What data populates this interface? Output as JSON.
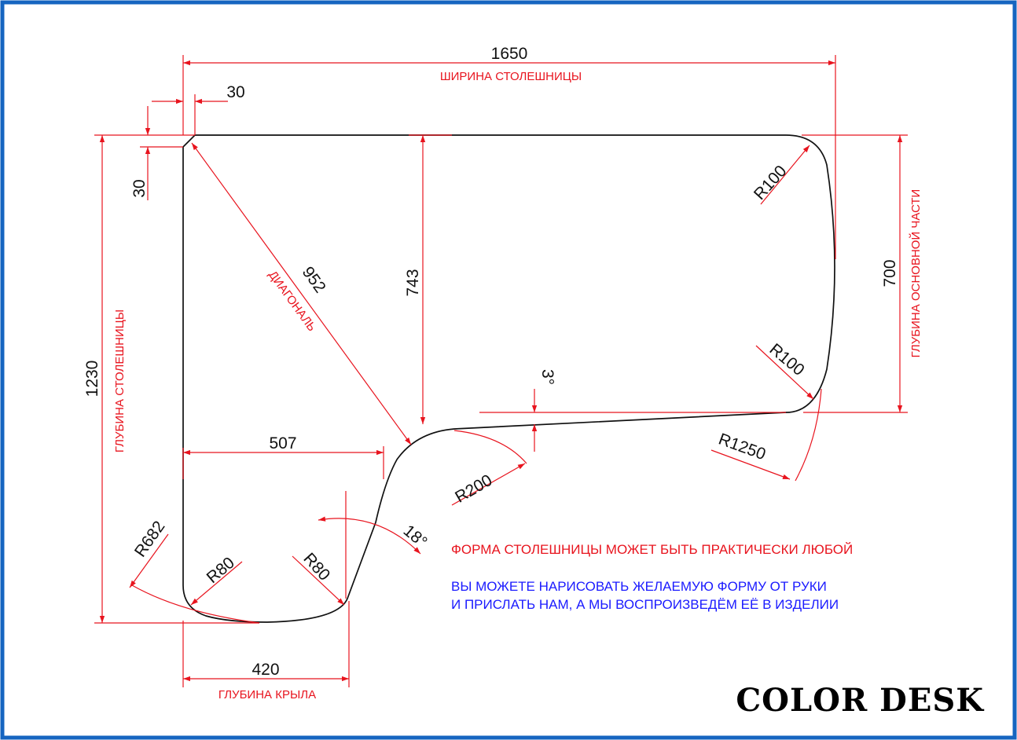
{
  "colors": {
    "border": "#1565c0",
    "dimension_line": "#e8141e",
    "outline": "#111111",
    "note_red": "#e8141e",
    "note_blue": "#1a1aff"
  },
  "dimensions": {
    "total_width": "1650",
    "total_width_label": "ШИРИНА СТОЛЕШНИЦЫ",
    "chamfer_x": "30",
    "chamfer_y": "30",
    "total_depth": "1230",
    "total_depth_label": "ГЛУБИНА СТОЛЕШНИЦЫ",
    "main_depth": "700",
    "main_depth_label": "ГЛУБИНА ОСНОВНОЙ ЧАСТИ",
    "diagonal": "952",
    "diagonal_label": "ДИАГОНАЛЬ",
    "inner_depth": "743",
    "inner_width": "507",
    "wing_depth": "420",
    "wing_depth_label": "ГЛУБИНА КРЫЛА",
    "angle_small": "3°",
    "angle_wing": "18°",
    "radius_top_right": "R100",
    "radius_bottom_right": "R100",
    "radius_right_edge": "R1250",
    "radius_inner_corner": "R200",
    "radius_left_large": "R682",
    "radius_bottom_left": "R80",
    "radius_bottom_mid": "R80"
  },
  "notes": {
    "shape_note": "ФОРМА СТОЛЕШНИЦЫ МОЖЕТ БЫТЬ ПРАКТИЧЕСКИ ЛЮБОЙ",
    "draw_note_line1": "ВЫ МОЖЕТЕ НАРИСОВАТЬ ЖЕЛАЕМУЮ ФОРМУ ОТ РУКИ",
    "draw_note_line2": "И ПРИСЛАТЬ НАМ, А МЫ ВОСПРОИЗВЕДЁМ ЕЁ В ИЗДЕЛИИ"
  },
  "brand": {
    "name": "COLOR DESK"
  }
}
